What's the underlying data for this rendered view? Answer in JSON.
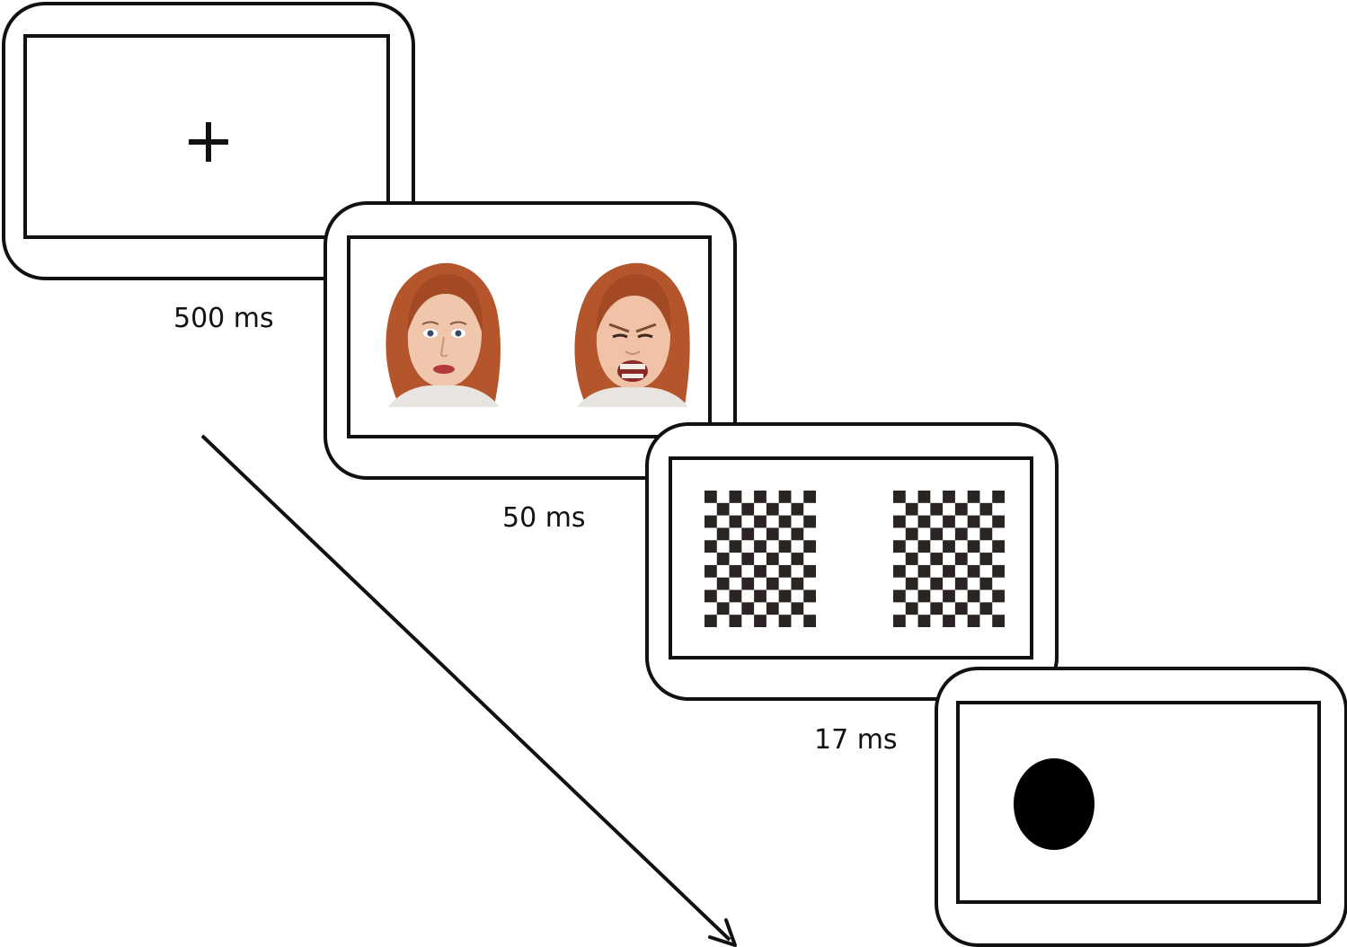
{
  "frames": [
    {
      "id": "fixation",
      "duration": "500 ms"
    },
    {
      "id": "faces",
      "duration": "50 ms",
      "faces": [
        "neutral-face",
        "angry-face"
      ]
    },
    {
      "id": "masks",
      "duration": "17 ms"
    },
    {
      "id": "probe"
    }
  ],
  "colors": {
    "stroke": "#111111",
    "hair": "#b5552c",
    "hair_dark": "#8a3a1c",
    "skin": "#f0c6ad",
    "shirt": "#e8e4df",
    "checker": "#2a2522"
  },
  "checker": {
    "cols": 9,
    "rows": 11
  }
}
